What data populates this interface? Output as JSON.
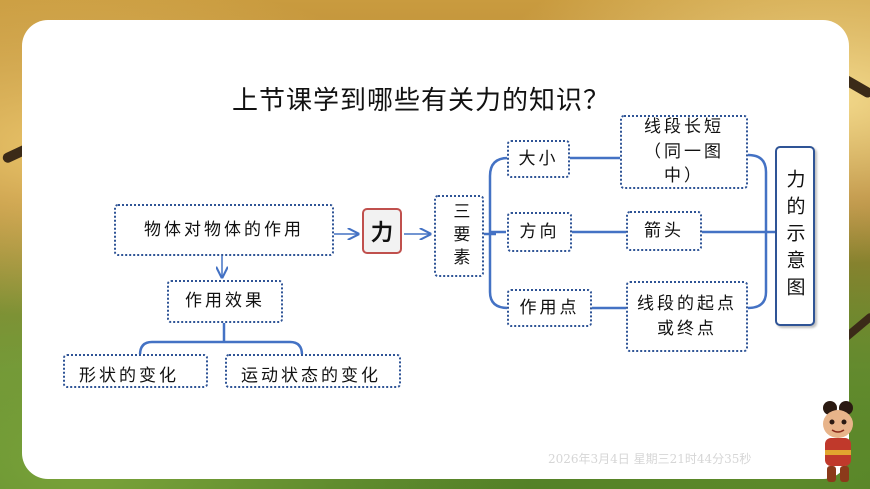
{
  "title": "上节课学到哪些有关力的知识？",
  "nodes": {
    "object_action": "物体对物体的作用",
    "effect": "作用效果",
    "shape_change": "形状的变化",
    "motion_change": "运动状态的变化",
    "force": "力",
    "three_elements": "三要素",
    "magnitude": "大小",
    "direction": "方向",
    "point": "作用点",
    "segment_length": "线段长短（同一图中）",
    "arrow": "箭头",
    "segment_endpoint": "线段的起点或终点",
    "diagram": "力的示意图"
  },
  "timestamp": "2026年3月4日 星期三21时44分35秒",
  "colors": {
    "box_border": "#2f5496",
    "force_border": "#c0504d",
    "connector": "#4472c4"
  }
}
